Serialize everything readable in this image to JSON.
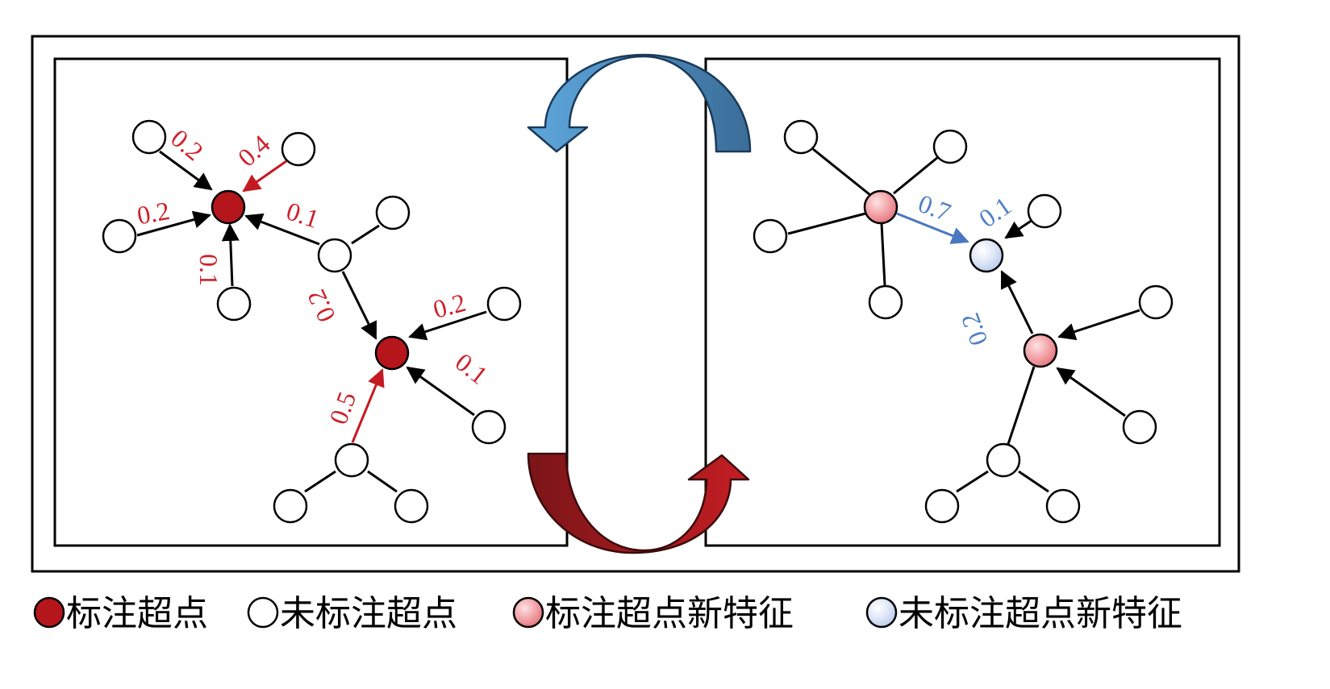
{
  "colors": {
    "labeled": "#b5161b",
    "labeled_edge_label": "#d0202a",
    "new_feature_label": "#4f7fc7",
    "unlabeled_fill": "#ffffff",
    "stroke": "#000000",
    "arrow_blue": "#5b9bd5",
    "arrow_red": "#b21e22"
  },
  "edge_labels": {
    "left": {
      "a": "0.2",
      "b": "0.4",
      "c": "0.2",
      "d": "0.1",
      "e": "0.1",
      "f": "0.2",
      "g": "0.2",
      "h": "0.1",
      "i": "0.5"
    },
    "right": {
      "a": "0.7",
      "b": "0.1",
      "c": "0.2"
    }
  },
  "legend": [
    {
      "label": "标注超点",
      "marker": "labeled"
    },
    {
      "label": "未标注超点",
      "marker": "unlabeled"
    },
    {
      "label": "标注超点新特征",
      "marker": "labeled-new"
    },
    {
      "label": "未标注超点新特征",
      "marker": "unlabeled-new"
    }
  ]
}
